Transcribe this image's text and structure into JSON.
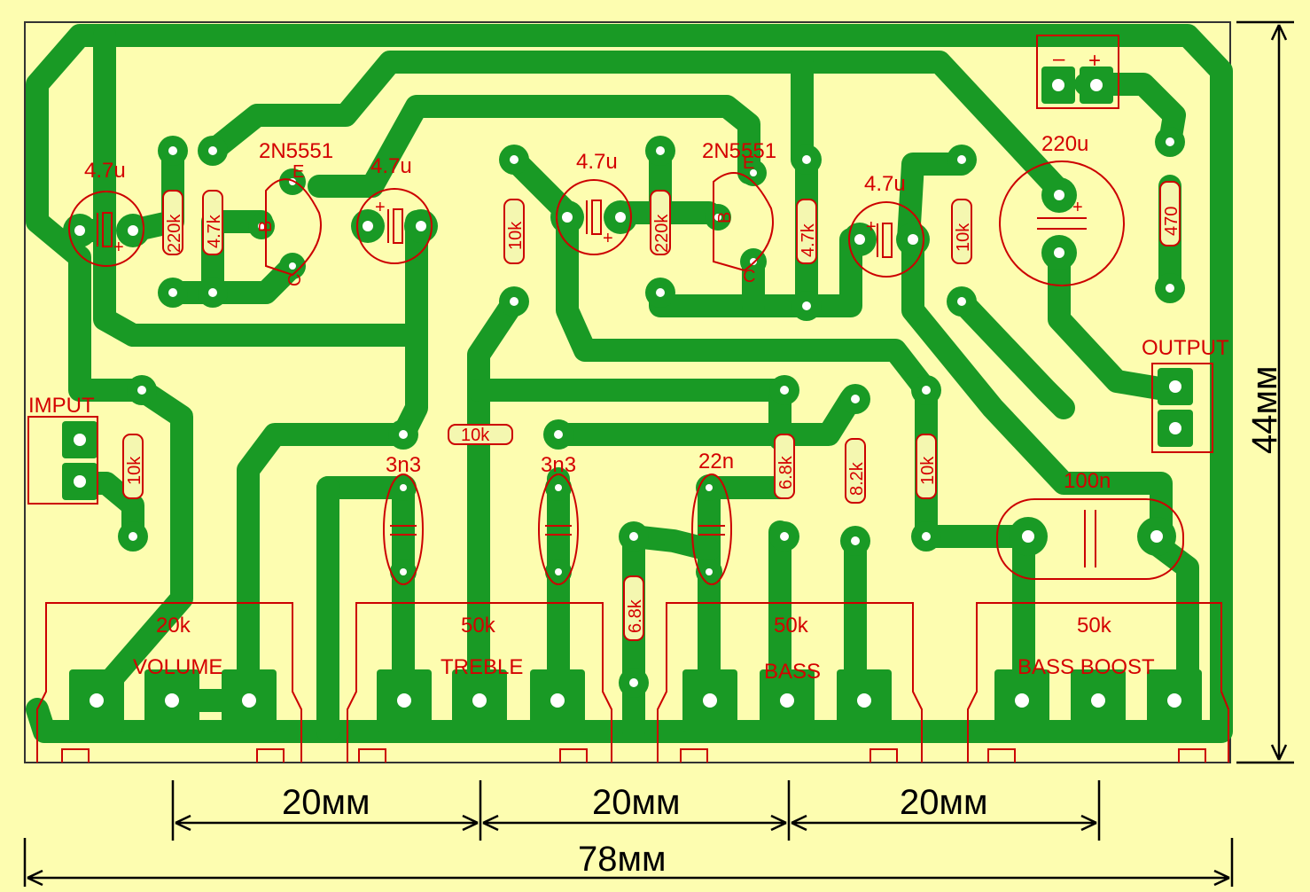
{
  "transistors": [
    {
      "id": "q1",
      "label": "2N5551"
    },
    {
      "id": "q2",
      "label": "2N5551"
    }
  ],
  "capacitors": [
    {
      "id": "c1",
      "label": "4.7u"
    },
    {
      "id": "c2",
      "label": "4.7u"
    },
    {
      "id": "c3",
      "label": "4.7u"
    },
    {
      "id": "c4",
      "label": "4.7u"
    },
    {
      "id": "c5",
      "label": "220u"
    },
    {
      "id": "c6",
      "label": "3n3"
    },
    {
      "id": "c7",
      "label": "3n3"
    },
    {
      "id": "c8",
      "label": "22n"
    },
    {
      "id": "c9",
      "label": "100n"
    }
  ],
  "resistors": [
    {
      "id": "r1",
      "label": "220k"
    },
    {
      "id": "r2",
      "label": "4.7k"
    },
    {
      "id": "r3",
      "label": "10k"
    },
    {
      "id": "r4",
      "label": "220k"
    },
    {
      "id": "r5",
      "label": "4.7k"
    },
    {
      "id": "r6",
      "label": "10k"
    },
    {
      "id": "r7",
      "label": "470"
    },
    {
      "id": "r8",
      "label": "10k"
    },
    {
      "id": "r9",
      "label": "10k"
    },
    {
      "id": "r10",
      "label": "6.8k"
    },
    {
      "id": "r11",
      "label": "8.2k"
    },
    {
      "id": "r12",
      "label": "10k"
    },
    {
      "id": "r13",
      "label": "6.8k"
    }
  ],
  "potentiometers": [
    {
      "id": "p1",
      "value": "20k",
      "name": "VOLUME"
    },
    {
      "id": "p2",
      "value": "50k",
      "name": "TREBLE"
    },
    {
      "id": "p3",
      "value": "50k",
      "name": "BASS"
    },
    {
      "id": "p4",
      "value": "50k",
      "name": "BASS BOOST"
    }
  ],
  "connectors": {
    "input": "IMPUT",
    "output": "OUTPUT",
    "power_minus": "–",
    "power_plus": "+"
  },
  "pin_letters": {
    "e": "E",
    "b": "B",
    "c": "C"
  },
  "polarity_plus": "+",
  "dimensions": {
    "spacing_1": "20мм",
    "spacing_2": "20мм",
    "spacing_3": "20мм",
    "width": "78мм",
    "height": "44мм"
  },
  "colors": {
    "board": "#fdfdb0",
    "copper": "#199a25",
    "silkscreen": "#cc0000",
    "drill": "#ffffff"
  }
}
